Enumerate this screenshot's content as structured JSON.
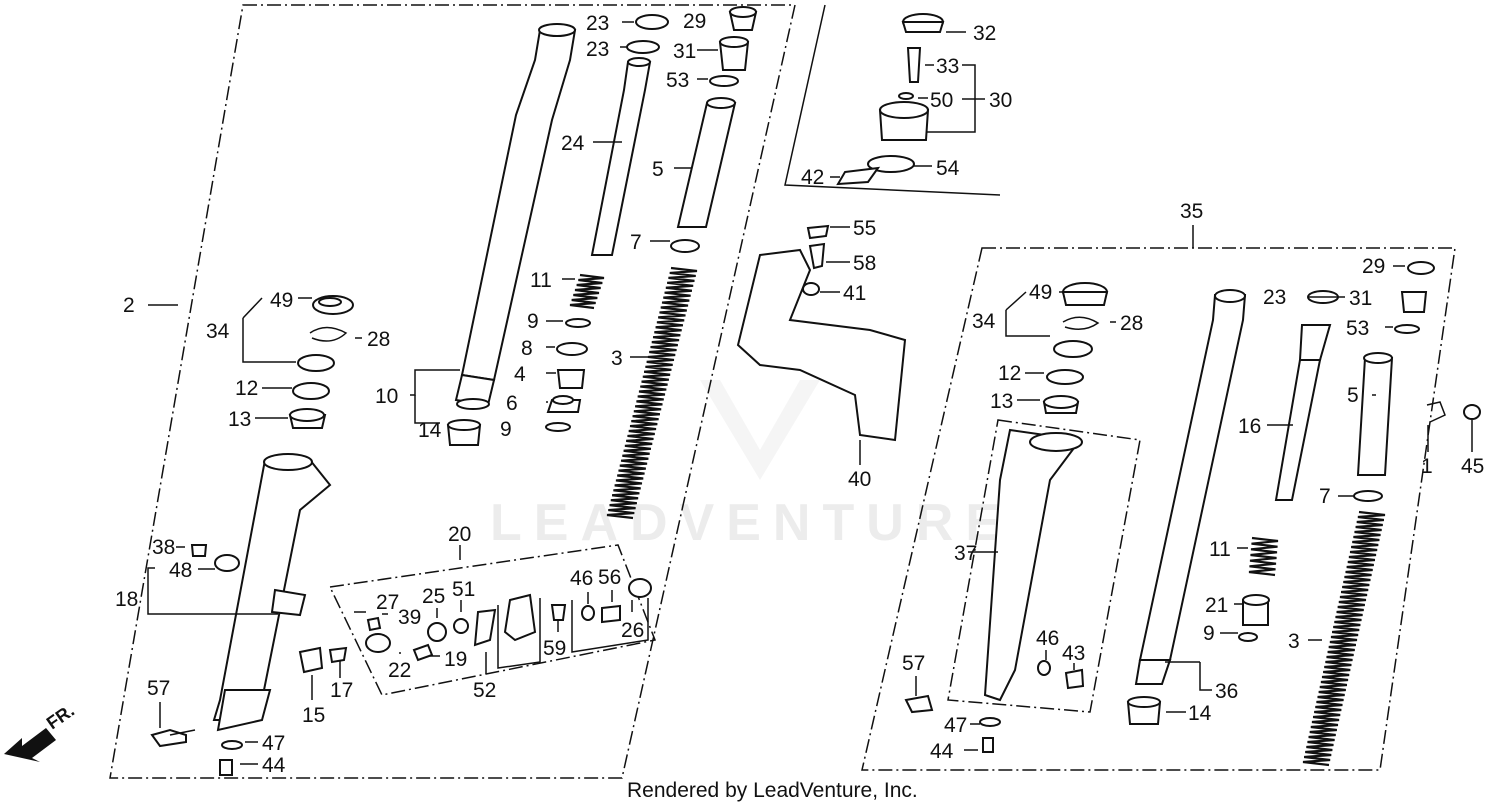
{
  "footer": "Rendered by LeadVenture, Inc.",
  "watermark": "LEADVENTURE",
  "direction_label": "FR.",
  "labels": {
    "l23a": "23",
    "l29a": "29",
    "l23b": "23",
    "l31a": "31",
    "l53a": "53",
    "l24": "24",
    "l5a": "5",
    "l7a": "7",
    "l11a": "11",
    "l9a": "9",
    "l8": "8",
    "l4": "4",
    "l6": "6",
    "l9b": "9",
    "l3a": "3",
    "l10": "10",
    "l14a": "14",
    "l2": "2",
    "l49a": "49",
    "l34a": "34",
    "l28a": "28",
    "l12a": "12",
    "l13a": "13",
    "l38": "38",
    "l48": "48",
    "l18": "18",
    "l57a": "57",
    "l47a": "47",
    "l44a": "44",
    "l15": "15",
    "l17": "17",
    "l20": "20",
    "l27": "27",
    "l39": "39",
    "l25": "25",
    "l51": "51",
    "l22": "22",
    "l19": "19",
    "l52": "52",
    "l46a": "46",
    "l56": "56",
    "l59": "59",
    "l26": "26",
    "l32": "32",
    "l33": "33",
    "l50": "50",
    "l30": "30",
    "l54": "54",
    "l42": "42",
    "l55": "55",
    "l58": "58",
    "l41": "41",
    "l40": "40",
    "l35": "35",
    "l29b": "29",
    "l49b": "49",
    "l34b": "34",
    "l28b": "28",
    "l23c": "23",
    "l31b": "31",
    "l53b": "53",
    "l12b": "12",
    "l13b": "13",
    "l5b": "5",
    "l16": "16",
    "l1": "1",
    "l45": "45",
    "l7b": "7",
    "l37": "37",
    "l11b": "11",
    "l21": "21",
    "l9c": "9",
    "l3b": "3",
    "l46b": "46",
    "l43": "43",
    "l57b": "57",
    "l36": "36",
    "l14b": "14",
    "l47b": "47",
    "l44b": "44"
  }
}
